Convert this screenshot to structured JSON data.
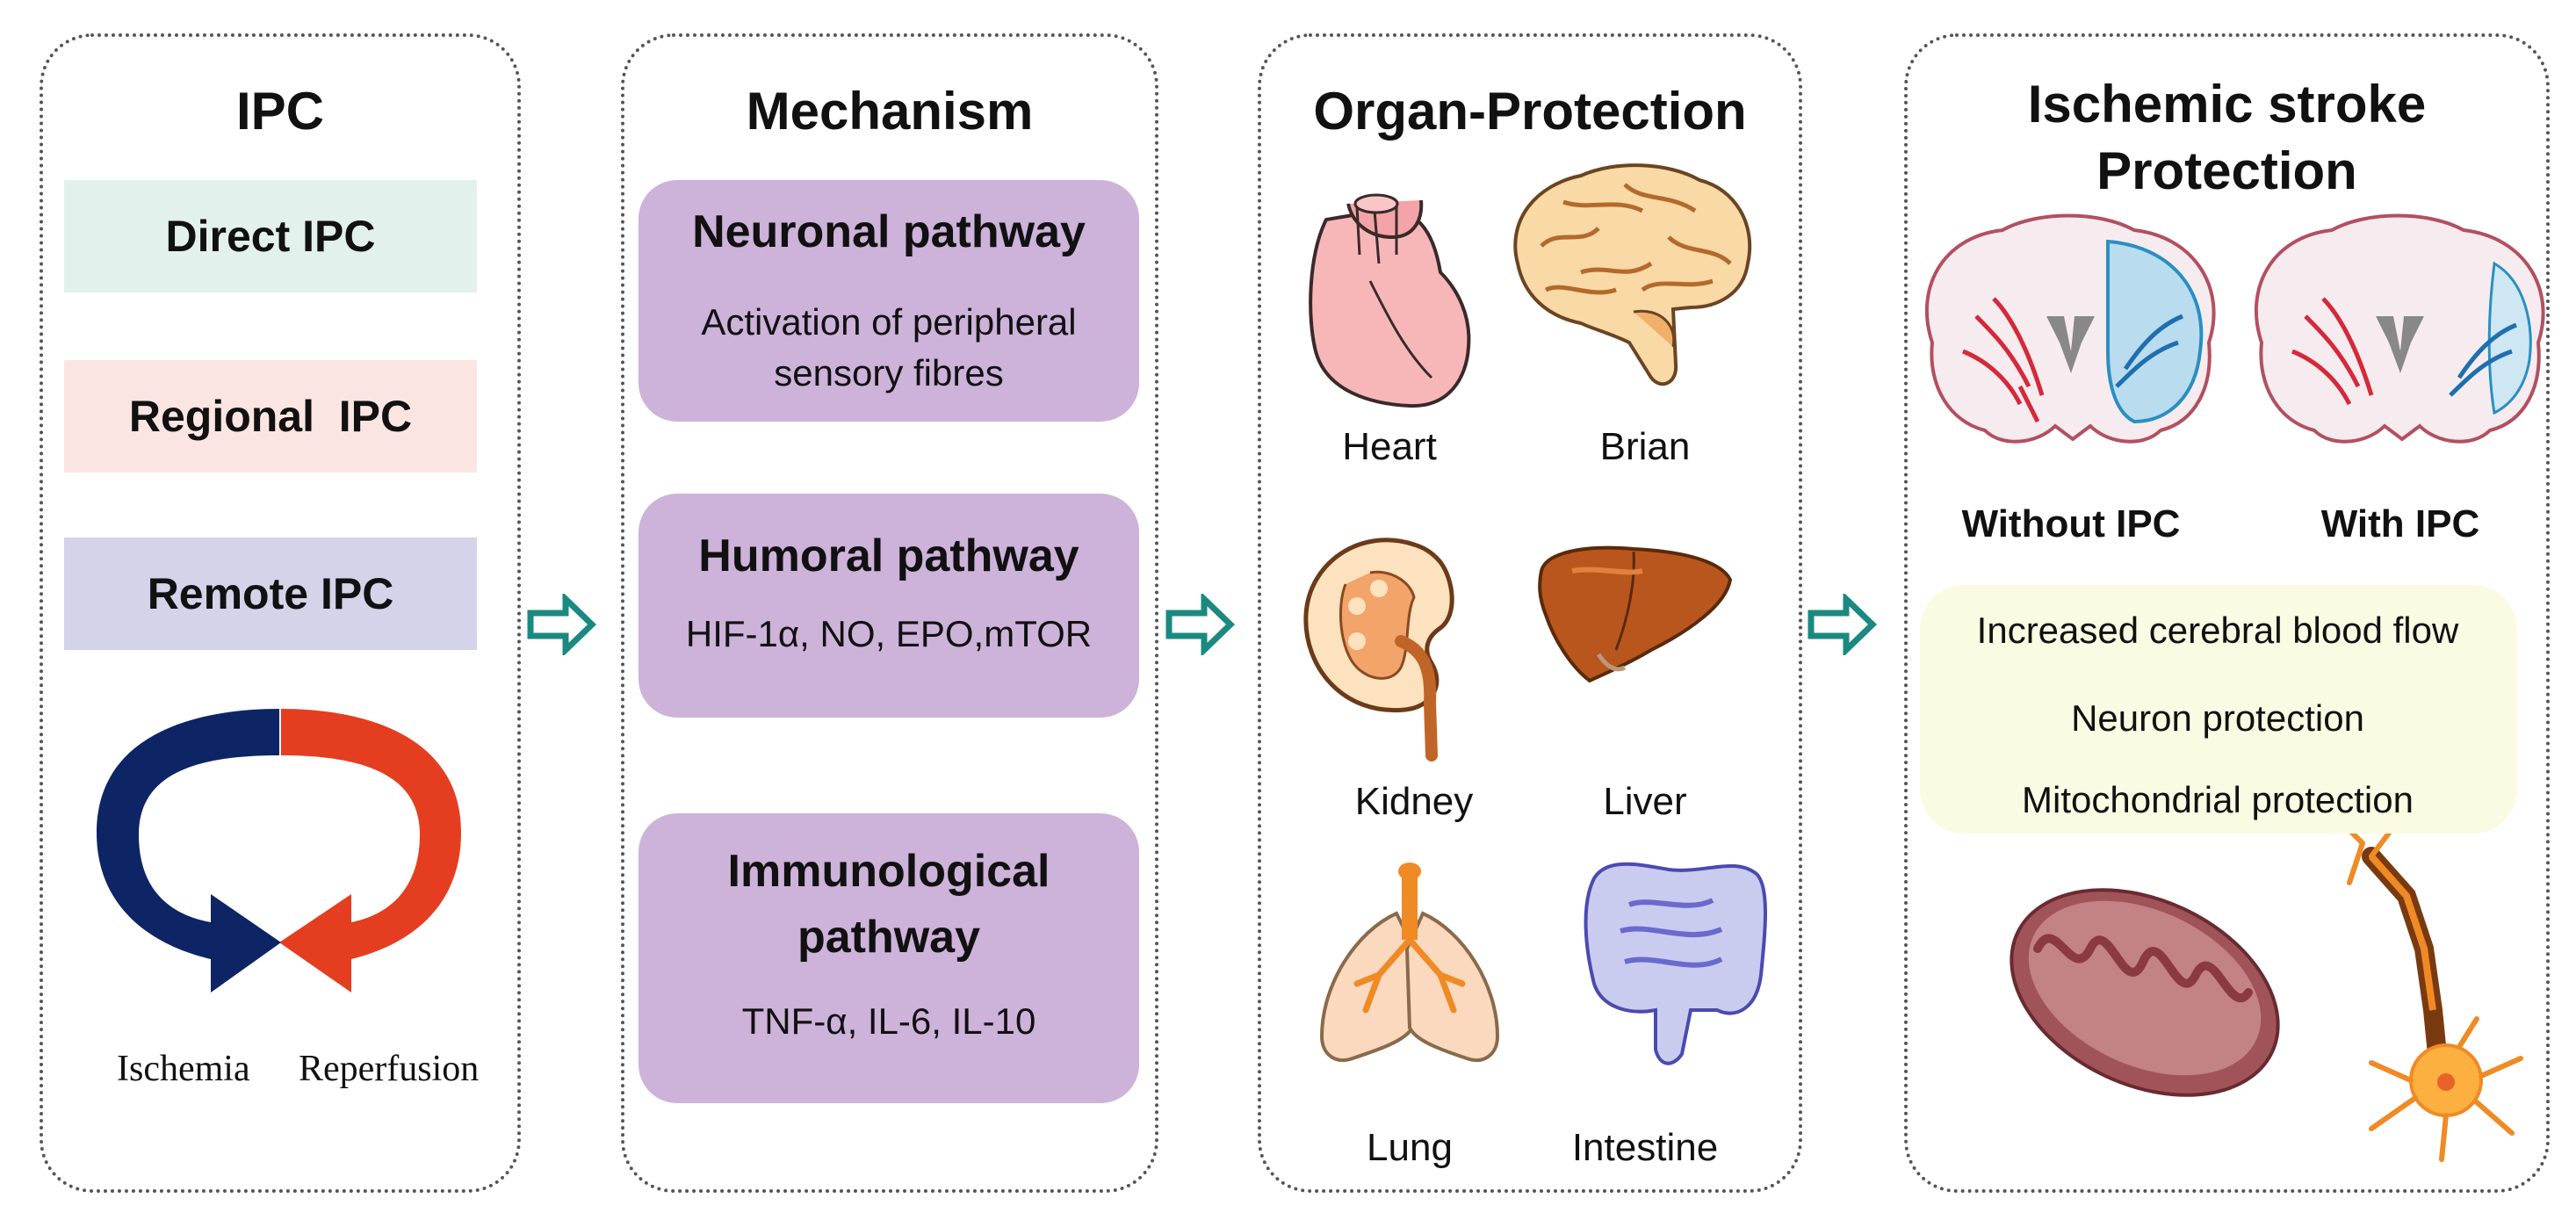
{
  "panels": {
    "ipc": {
      "title": "IPC",
      "boxes": [
        {
          "label": "Direct IPC",
          "color": "#e3f1ec"
        },
        {
          "label": "Regional  IPC",
          "color": "#fbe5e3"
        },
        {
          "label": "Remote IPC",
          "color": "#d4d3ea"
        }
      ],
      "cycle": {
        "left_label": "Ischemia",
        "right_label": "Reperfusion",
        "left_color": "#0d2465",
        "right_color": "#e53d20"
      }
    },
    "mechanism": {
      "title": "Mechanism",
      "pathways": [
        {
          "heading": "Neuronal pathway",
          "detail_lines": [
            "Activation of peripheral",
            "sensory fibres"
          ]
        },
        {
          "heading": "Humoral pathway",
          "detail_lines": [
            "HIF-1α, NO, EPO,mTOR"
          ]
        },
        {
          "heading_lines": [
            "Immunological",
            "pathway"
          ],
          "detail_lines": [
            "TNF-α, IL-6, IL-10"
          ]
        }
      ]
    },
    "organ": {
      "title": "Organ-Protection",
      "organs": [
        "Heart",
        "Brian",
        "Kidney",
        "Liver",
        "Lung",
        "Intestine"
      ]
    },
    "stroke": {
      "title_lines": [
        "Ischemic stroke",
        "Protection"
      ],
      "brains": [
        "Without IPC",
        "With IPC"
      ],
      "protections": [
        "Increased cerebral blood flow",
        "Neuron protection",
        "Mitochondrial protection"
      ]
    }
  },
  "colors": {
    "arrow": "#1a8a80",
    "pathway_box": "#cdb2da",
    "protection_box": "#fbfbe3"
  },
  "icons": [
    "heart-icon",
    "brain-icon",
    "kidney-icon",
    "liver-icon",
    "lung-icon",
    "intestine-icon",
    "mitochondrion-icon",
    "neuron-icon"
  ]
}
